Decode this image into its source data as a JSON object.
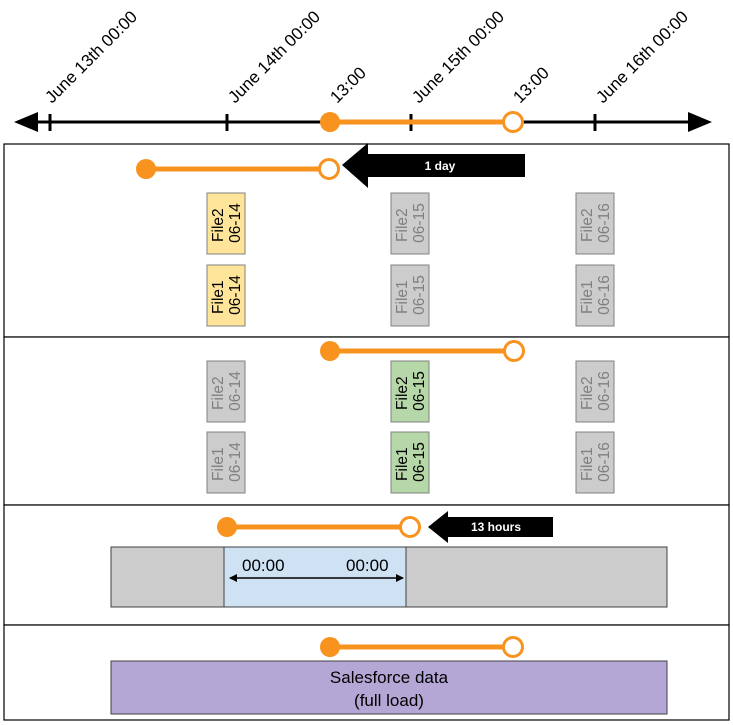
{
  "colors": {
    "timeline": "#f7931e",
    "file_active_yellow": "#ffe599",
    "file_active_green": "#b6d7a8",
    "file_inactive": "#cccccc",
    "file_inactive_text": "#808080",
    "incremental_block": "#cfe2f3",
    "gray_block": "#cccccc",
    "salesforce_block": "#b4a7d6"
  },
  "timeline": {
    "ticks": [
      {
        "label": "June 13th 00:00"
      },
      {
        "label": "June 14th 00:00"
      },
      {
        "label": "June 15th 00:00"
      },
      {
        "label": "June 16th 00:00"
      }
    ],
    "window": {
      "start_label": "13:00",
      "end_label": "13:00"
    }
  },
  "panels": [
    {
      "id": "panel-1",
      "arrow_label": "1 day",
      "files": [
        {
          "name": "File2",
          "date": "06-14",
          "state": "active-yellow"
        },
        {
          "name": "File1",
          "date": "06-14",
          "state": "active-yellow"
        },
        {
          "name": "File2",
          "date": "06-15",
          "state": "inactive"
        },
        {
          "name": "File1",
          "date": "06-15",
          "state": "inactive"
        },
        {
          "name": "File2",
          "date": "06-16",
          "state": "inactive"
        },
        {
          "name": "File1",
          "date": "06-16",
          "state": "inactive"
        }
      ]
    },
    {
      "id": "panel-2",
      "files": [
        {
          "name": "File2",
          "date": "06-14",
          "state": "inactive"
        },
        {
          "name": "File1",
          "date": "06-14",
          "state": "inactive"
        },
        {
          "name": "File2",
          "date": "06-15",
          "state": "active-green"
        },
        {
          "name": "File1",
          "date": "06-15",
          "state": "active-green"
        },
        {
          "name": "File2",
          "date": "06-16",
          "state": "inactive"
        },
        {
          "name": "File1",
          "date": "06-16",
          "state": "inactive"
        }
      ]
    },
    {
      "id": "panel-3",
      "arrow_label": "13 hours",
      "range": {
        "start_label": "00:00",
        "end_label": "00:00"
      }
    },
    {
      "id": "panel-4",
      "block": {
        "line1": "Salesforce data",
        "line2": "(full load)"
      }
    }
  ]
}
